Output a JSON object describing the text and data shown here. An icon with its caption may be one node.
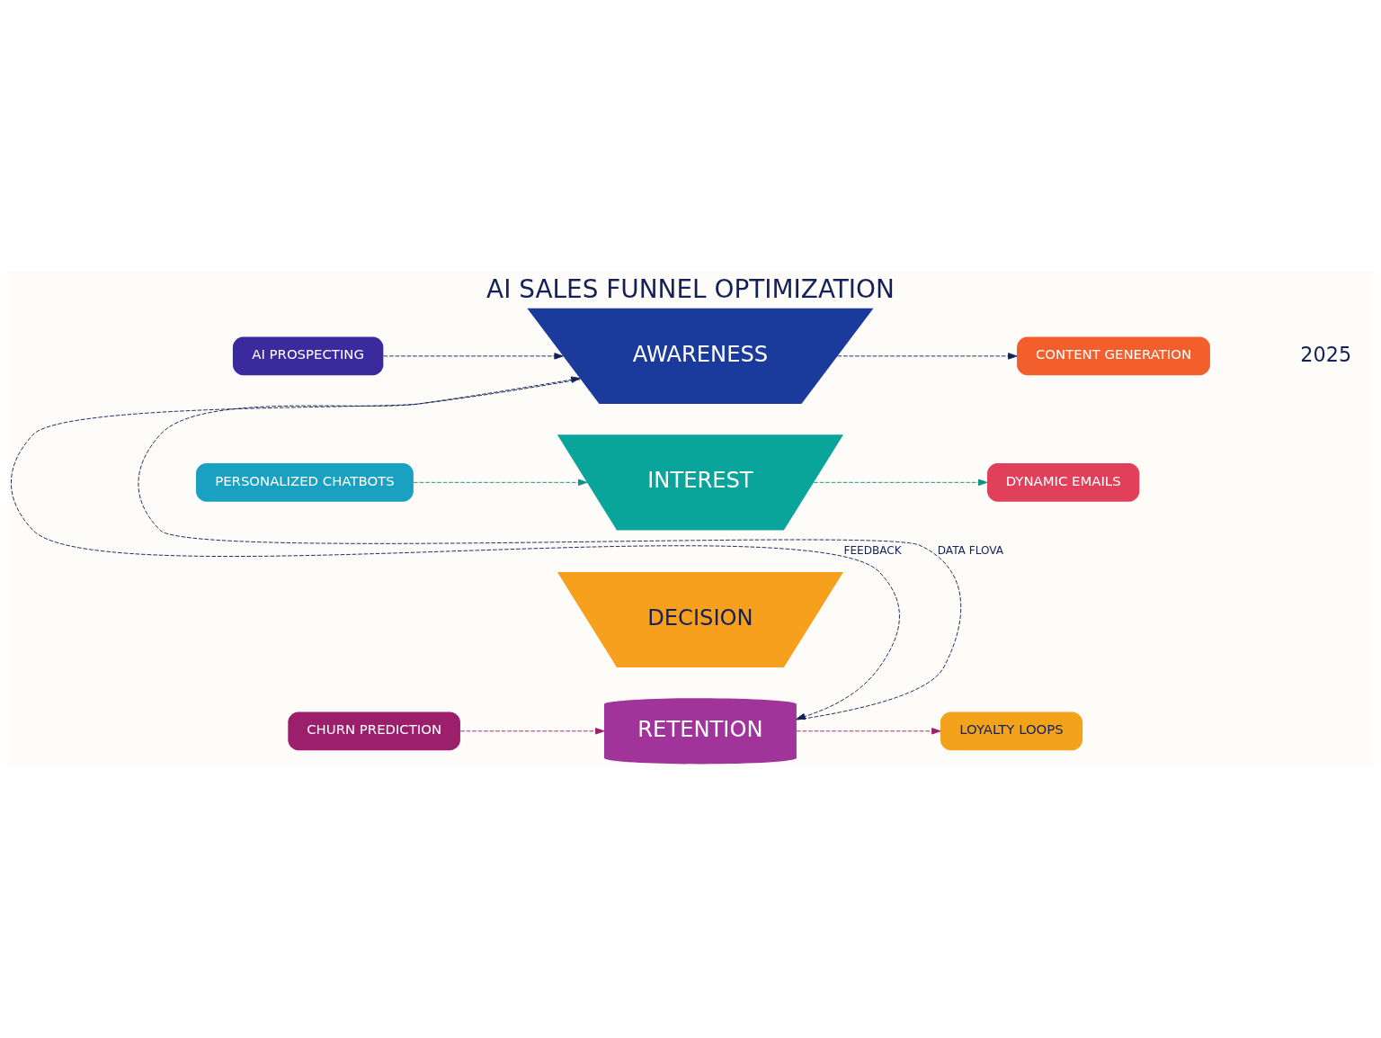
{
  "diagram": {
    "title": "AI SALES FUNNEL OPTIMIZATION",
    "nodes": [
      {
        "text": [
          "AWARENESS"
        ]
      },
      {
        "text": [
          "INTEREST"
        ]
      },
      {
        "text": [
          "DECISION"
        ]
      },
      {
        "text": [
          "RETENTION"
        ]
      },
      {
        "text": [
          "AI PROSPECTING"
        ]
      },
      {
        "text": [
          "PERSONALIZED CHATBOTS"
        ]
      },
      {
        "text": [
          "CHURN PREDICTION"
        ]
      },
      {
        "text": [
          "CONTENT GENERATION"
        ]
      },
      {
        "text": [
          "DYNAMIC EMAILS"
        ]
      },
      {
        "text": [
          "LOYALTY LOOPS"
        ]
      }
    ],
    "edges": [
      {
        "from": 4,
        "to": 0,
        "arrow": "to",
        "style": "dashed"
      },
      {
        "from": 0,
        "to": 7,
        "arrow": "to",
        "style": "dashed"
      },
      {
        "from": 5,
        "to": 1,
        "arrow": "to",
        "style": "dashed",
        "color": "#0f8f8a"
      },
      {
        "from": 1,
        "to": 8,
        "arrow": "to",
        "style": "dashed",
        "color": "#0f8f8a"
      },
      {
        "from": 6,
        "to": 3,
        "arrow": "to",
        "style": "dashed",
        "color": "#9b1f6a"
      },
      {
        "from": 3,
        "to": 9,
        "arrow": "to",
        "style": "dashed",
        "color": "#9b1f6a"
      },
      {
        "from": 0,
        "to": 3,
        "arrow": "to",
        "style": "dashed",
        "label": "FEEDBACK"
      },
      {
        "from": 3,
        "to": 0,
        "arrow": "to",
        "style": "dashed",
        "label": "DATA FLOVA"
      }
    ],
    "labels": [
      "2025"
    ]
  }
}
